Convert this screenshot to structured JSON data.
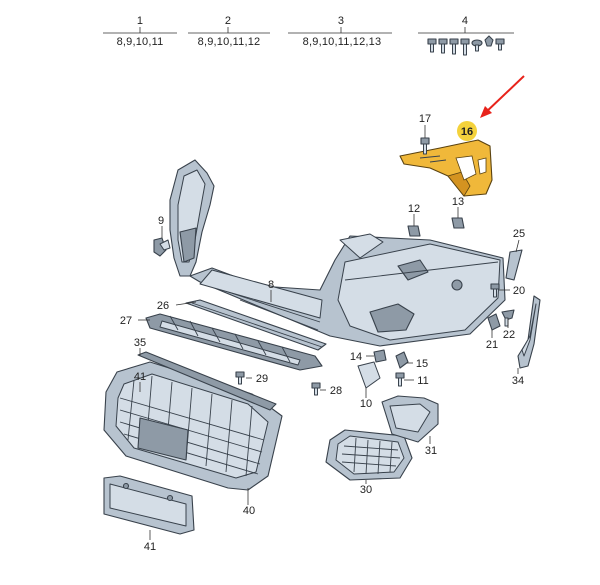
{
  "header_groups": [
    {
      "number": "1",
      "parts": "8,9,10,11"
    },
    {
      "number": "2",
      "parts": "8,9,10,11,12"
    },
    {
      "number": "3",
      "parts": "8,9,10,11,12,13"
    },
    {
      "number": "4",
      "parts": ""
    }
  ],
  "labels": {
    "p9": "9",
    "p8": "8",
    "p26": "26",
    "p27": "27",
    "p35": "35",
    "p29": "29",
    "p28": "28",
    "p41": "41",
    "p40": "40",
    "p17": "17",
    "p16": "16",
    "p12": "12",
    "p13": "13",
    "p25": "25",
    "p20": "20",
    "p22": "22",
    "p21": "21",
    "p34": "34",
    "p14": "14",
    "p15": "15",
    "p11": "11",
    "p10": "10",
    "p31": "31",
    "p30": "30"
  },
  "highlight": {
    "part": "16",
    "color": "#f0b83a",
    "badge_color": "#f4d23c",
    "arrow_color": "#e8231b"
  }
}
